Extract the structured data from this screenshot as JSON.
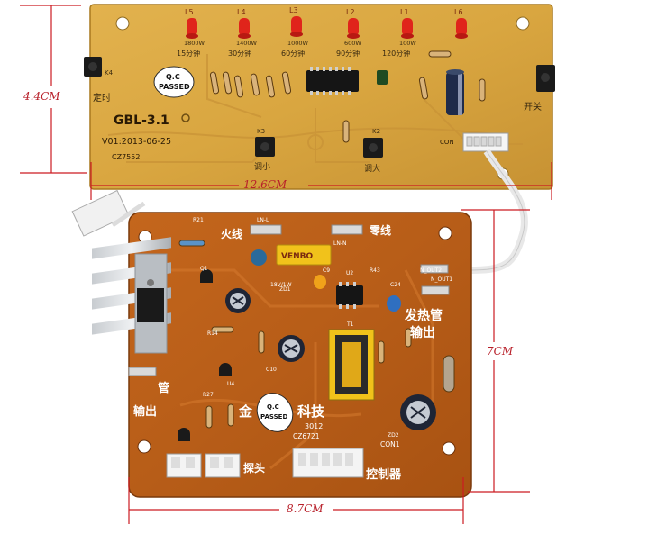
{
  "dimensions": {
    "top_height": "4.4CM",
    "top_width": "12.6CM",
    "bottom_height": "7CM",
    "bottom_width": "8.7CM"
  },
  "top_board": {
    "model": "GBL-3.1",
    "version": "V01:2013-06-25",
    "code": "CZ7552",
    "qc_line1": "Q.C",
    "qc_line2": "PASSED",
    "leds": [
      {
        "ref": "L5",
        "power": "1800W",
        "time": "15分钟"
      },
      {
        "ref": "L4",
        "power": "1400W",
        "time": "30分钟"
      },
      {
        "ref": "L3",
        "power": "1000W",
        "time": "60分钟"
      },
      {
        "ref": "L2",
        "power": "600W",
        "time": "90分钟"
      },
      {
        "ref": "L1",
        "power": "100W",
        "time": "120分钟"
      },
      {
        "ref": "L6",
        "power": "",
        "time": ""
      }
    ],
    "k4_ref": "K4",
    "k4_label": "定时",
    "k3_ref": "K3",
    "k3_label": "调小",
    "k2_ref": "K2",
    "k2_label": "调大",
    "switch_label": "开关",
    "con_label": "CON"
  },
  "bottom_board": {
    "fire_label": "火线",
    "neutral_label": "零线",
    "heater_label_1": "发热管",
    "heater_label_2": "输出",
    "heater_left_1": "管",
    "heater_left_2": "输出",
    "brand": "金",
    "brand2": "科技",
    "probe_label": "探头",
    "controller_label": "控制器",
    "code": "CZ6721",
    "con_label": "CON1",
    "part_code": "3012",
    "cap_label": "VENBO",
    "qc_line1": "Q.C",
    "qc_line2": "PASSED",
    "ref_r21": "R21",
    "ref_lnl": "LN-L",
    "ref_lnn": "LN-N",
    "ref_c9": "C9",
    "ref_u2": "U2",
    "ref_r43": "R43",
    "ref_c24": "C24",
    "ref_q1": "Q1",
    "ref_zd1": "ZD1",
    "ref_r14": "R14",
    "ref_u4": "U4",
    "ref_r27": "R27",
    "ref_c10": "C10",
    "ref_zd2": "ZD2",
    "ref_t1": "T1",
    "ref_nout1": "N_OUT1",
    "ref_nout2": "N_OUT2",
    "ref_18v": "18V/1W"
  }
}
